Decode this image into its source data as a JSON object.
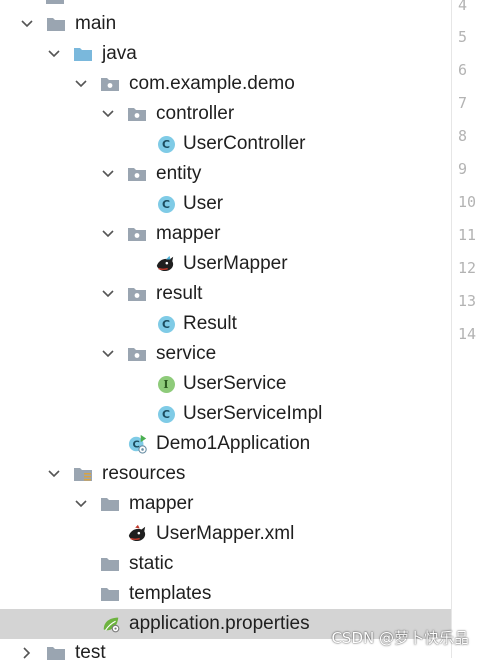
{
  "tree": {
    "items": [
      {
        "label": "main",
        "icon": "folder-icon",
        "expanded": true
      },
      {
        "label": "java",
        "icon": "source-folder-icon",
        "expanded": true
      },
      {
        "label": "com.example.demo",
        "icon": "package-icon",
        "expanded": true
      },
      {
        "label": "controller",
        "icon": "package-icon",
        "expanded": true
      },
      {
        "label": "UserController",
        "icon": "class-icon"
      },
      {
        "label": "entity",
        "icon": "package-icon",
        "expanded": true
      },
      {
        "label": "User",
        "icon": "class-icon"
      },
      {
        "label": "mapper",
        "icon": "package-icon",
        "expanded": true
      },
      {
        "label": "UserMapper",
        "icon": "mybatis-mapper-icon"
      },
      {
        "label": "result",
        "icon": "package-icon",
        "expanded": true
      },
      {
        "label": "Result",
        "icon": "class-icon"
      },
      {
        "label": "service",
        "icon": "package-icon",
        "expanded": true
      },
      {
        "label": "UserService",
        "icon": "interface-icon"
      },
      {
        "label": "UserServiceImpl",
        "icon": "class-icon"
      },
      {
        "label": "Demo1Application",
        "icon": "spring-boot-app-icon"
      },
      {
        "label": "resources",
        "icon": "resources-folder-icon",
        "expanded": true
      },
      {
        "label": "mapper",
        "icon": "folder-icon",
        "expanded": true
      },
      {
        "label": "UserMapper.xml",
        "icon": "mybatis-xml-icon"
      },
      {
        "label": "static",
        "icon": "folder-icon"
      },
      {
        "label": "templates",
        "icon": "folder-icon"
      },
      {
        "label": "application.properties",
        "icon": "spring-properties-icon",
        "selected": true
      },
      {
        "label": "test",
        "icon": "folder-icon",
        "expanded": false
      }
    ]
  },
  "gutter": {
    "line_numbers": [
      "4",
      "5",
      "6",
      "7",
      "8",
      "9",
      "10",
      "11",
      "12",
      "13",
      "14"
    ]
  },
  "watermark": "CSDN @萝卜快乐晶",
  "colors": {
    "selection": "#d4d4d4",
    "class_badge": "#7fcbe6",
    "interface_badge": "#8ecb7a",
    "folder": "#9aa5b1",
    "source_folder": "#7ab8dc",
    "line_number": "#b3b3b3"
  }
}
